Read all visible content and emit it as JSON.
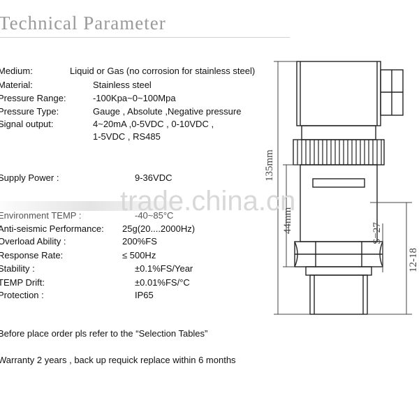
{
  "header": {
    "title": "Technical Parameter"
  },
  "params": [
    {
      "label": "Medium:",
      "value": "Liquid or Gas (no corrosion for stainless steel)"
    },
    {
      "label": "Material:",
      "value": "Stainless steel"
    },
    {
      "label": "Pressure Range:",
      "value": "-100Kpa~0~100Mpa"
    },
    {
      "label": "Pressure Type:",
      "value": "Gauge , Absolute ,Negative pressure"
    },
    {
      "label": "Signal output:",
      "value": "4~20mA ,0-5VDC , 0-10VDC ,",
      "value2": "1-5VDC , RS485"
    },
    {
      "label": "Supply Power :",
      "value": "9-36VDC"
    },
    {
      "label": "Environment TEMP :",
      "value": "-40~85°C"
    },
    {
      "label": "Anti-seismic Performance:",
      "value": "25g(20....2000Hz)"
    },
    {
      "label": "Overload Ability :",
      "value": "200%FS"
    },
    {
      "label": "Response Rate:",
      "value": "≤ 500Hz"
    },
    {
      "label": "Stability :",
      "value": "±0.1%FS/Year"
    },
    {
      "label": "TEMP Drift:",
      "value": "±0.01%FS/°C"
    },
    {
      "label": "Protection :",
      "value": "IP65"
    }
  ],
  "notes": {
    "order": "Before place order pls refer to the “Selection Tables”",
    "warranty": "Warranty 2 years , back up requick replace within 6 months"
  },
  "watermark": "trade.china.cn",
  "drawing": {
    "dim_total": "135mm",
    "dim_body": "44mm",
    "dim_wrench": "S=27",
    "dim_thread": "12-18"
  }
}
